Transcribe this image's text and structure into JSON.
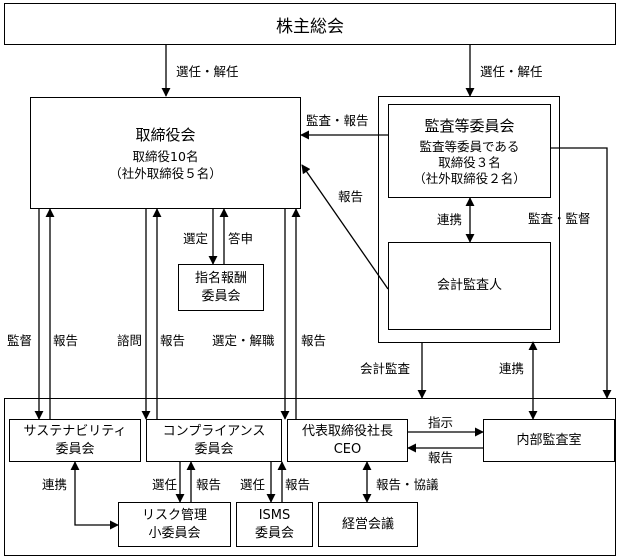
{
  "nodes": {
    "shareholders": "株主総会",
    "board": {
      "title": "取締役会",
      "line1": "取締役10名",
      "line2": "（社外取締役５名）"
    },
    "audit_committee": {
      "title": "監査等委員会",
      "line1": "監査等委員である",
      "line2": "取締役３名",
      "line3": "（社外取締役２名）"
    },
    "accounting_auditor": "会計監査人",
    "nomination_committee": {
      "line1": "指名報酬",
      "line2": "委員会"
    },
    "sustainability": {
      "line1": "サステナビリティ",
      "line2": "委員会"
    },
    "compliance": {
      "line1": "コンプライアンス",
      "line2": "委員会"
    },
    "ceo": {
      "line1": "代表取締役社長",
      "line2": "CEO"
    },
    "internal_audit": "内部監査室",
    "risk": {
      "line1": "リスク管理",
      "line2": "小委員会"
    },
    "isms": {
      "line1": "ISMS",
      "line2": "委員会"
    },
    "management": "経営会議"
  },
  "edge_labels": {
    "elect_dismiss_board": "選任・解任",
    "elect_dismiss_audit": "選任・解任",
    "audit_report_top": "監査・報告",
    "report_diag": "報告",
    "audit_supervise": "監査・監督",
    "cooperation_audit": "連携",
    "selection": "選定",
    "response": "答申",
    "supervise": "監督",
    "report_sust": "報告",
    "consult": "諮問",
    "report_comp": "報告",
    "select_dismiss": "選定・解職",
    "report_ceo": "報告",
    "accounting_audit": "会計監査",
    "cooperation_internal": "連携",
    "instruct": "指示",
    "report_internal": "報告",
    "cooperation_risk": "連携",
    "elect_risk": "選任",
    "report_risk": "報告",
    "elect_isms": "選任",
    "report_isms": "報告",
    "report_consult": "報告・協議"
  }
}
